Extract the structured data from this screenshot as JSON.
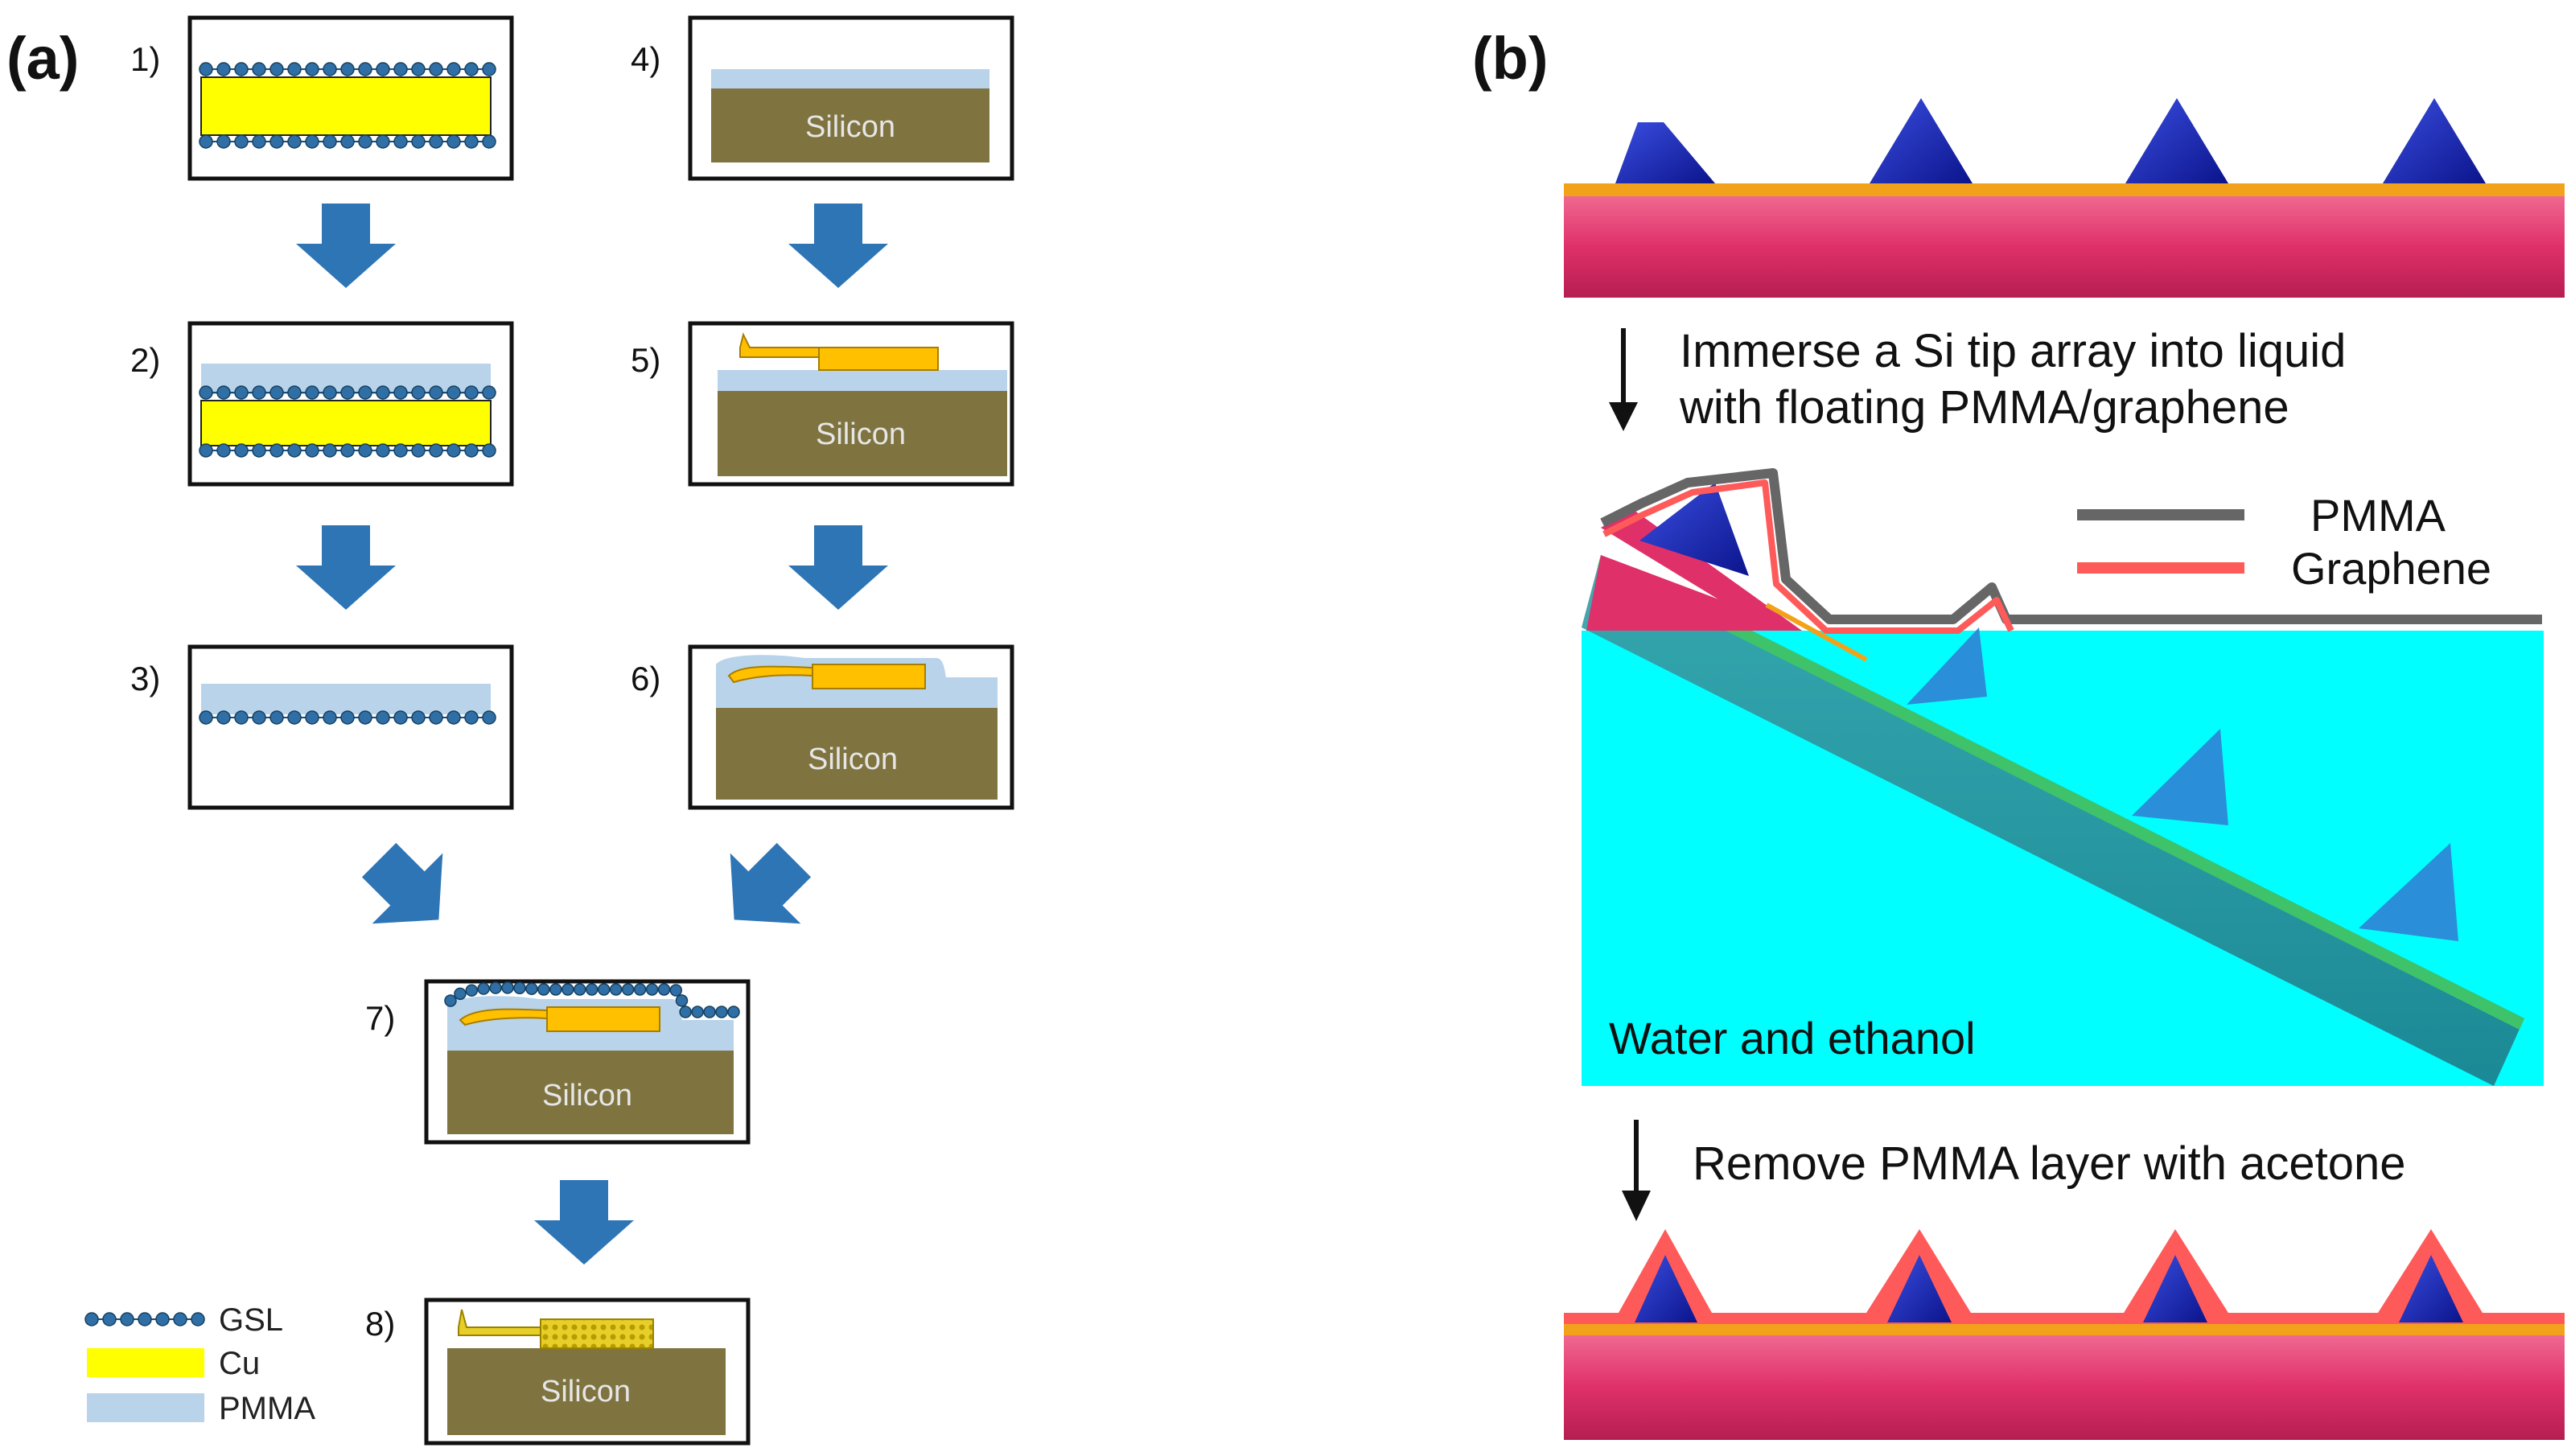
{
  "panel_a": {
    "label": "(a)",
    "steps": [
      "1)",
      "2)",
      "3)",
      "4)",
      "5)",
      "6)",
      "7)",
      "8)"
    ],
    "substrate_label": "Silicon",
    "legend": [
      {
        "label": "GSL",
        "color": "#2f6fa6"
      },
      {
        "label": "Cu",
        "color": "#ffff00"
      },
      {
        "label": "PMMA",
        "color": "#b8d3ea"
      }
    ]
  },
  "panel_b": {
    "label": "(b)",
    "caption_1_line1": "Immerse a Si tip array into liquid",
    "caption_1_line2": "with floating PMMA/graphene",
    "caption_2": "Remove PMMA layer with acetone",
    "legend": [
      {
        "label": "PMMA",
        "color": "#666666"
      },
      {
        "label": "Graphene",
        "color": "#ff5a5a"
      }
    ],
    "liquid_label": "Water and ethanol"
  },
  "colors": {
    "arrow": "#2e75b6",
    "silicon": "#7f7440",
    "copper_dev": "#ffc000",
    "substrate_b": "#e23a6e",
    "tip": "#1f2fbf",
    "liquid": "#00ffff"
  }
}
